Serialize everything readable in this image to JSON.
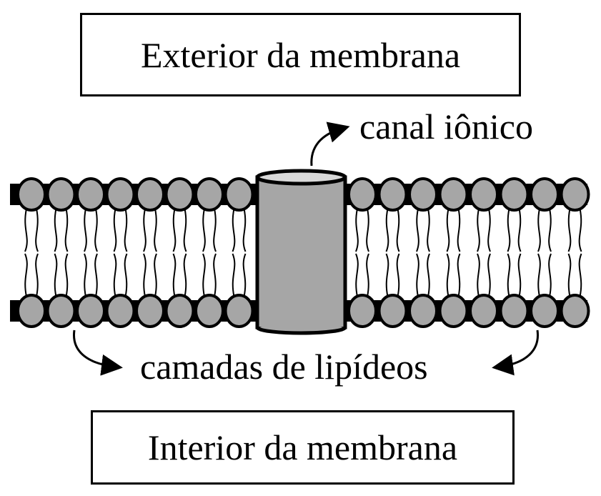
{
  "labels": {
    "exterior": "Exterior da membrana",
    "interior": "Interior da membrana",
    "ion_channel": "canal iônico",
    "lipid_layers": "camadas de lipídeos"
  },
  "colors": {
    "head_fill": "#a6a6a6",
    "channel_fill": "#a6a6a6",
    "channel_top": "#d9d9d9",
    "stroke": "#000000"
  },
  "lipids": {
    "heads_left_per_layer": 8,
    "heads_right_per_layer": 8
  }
}
